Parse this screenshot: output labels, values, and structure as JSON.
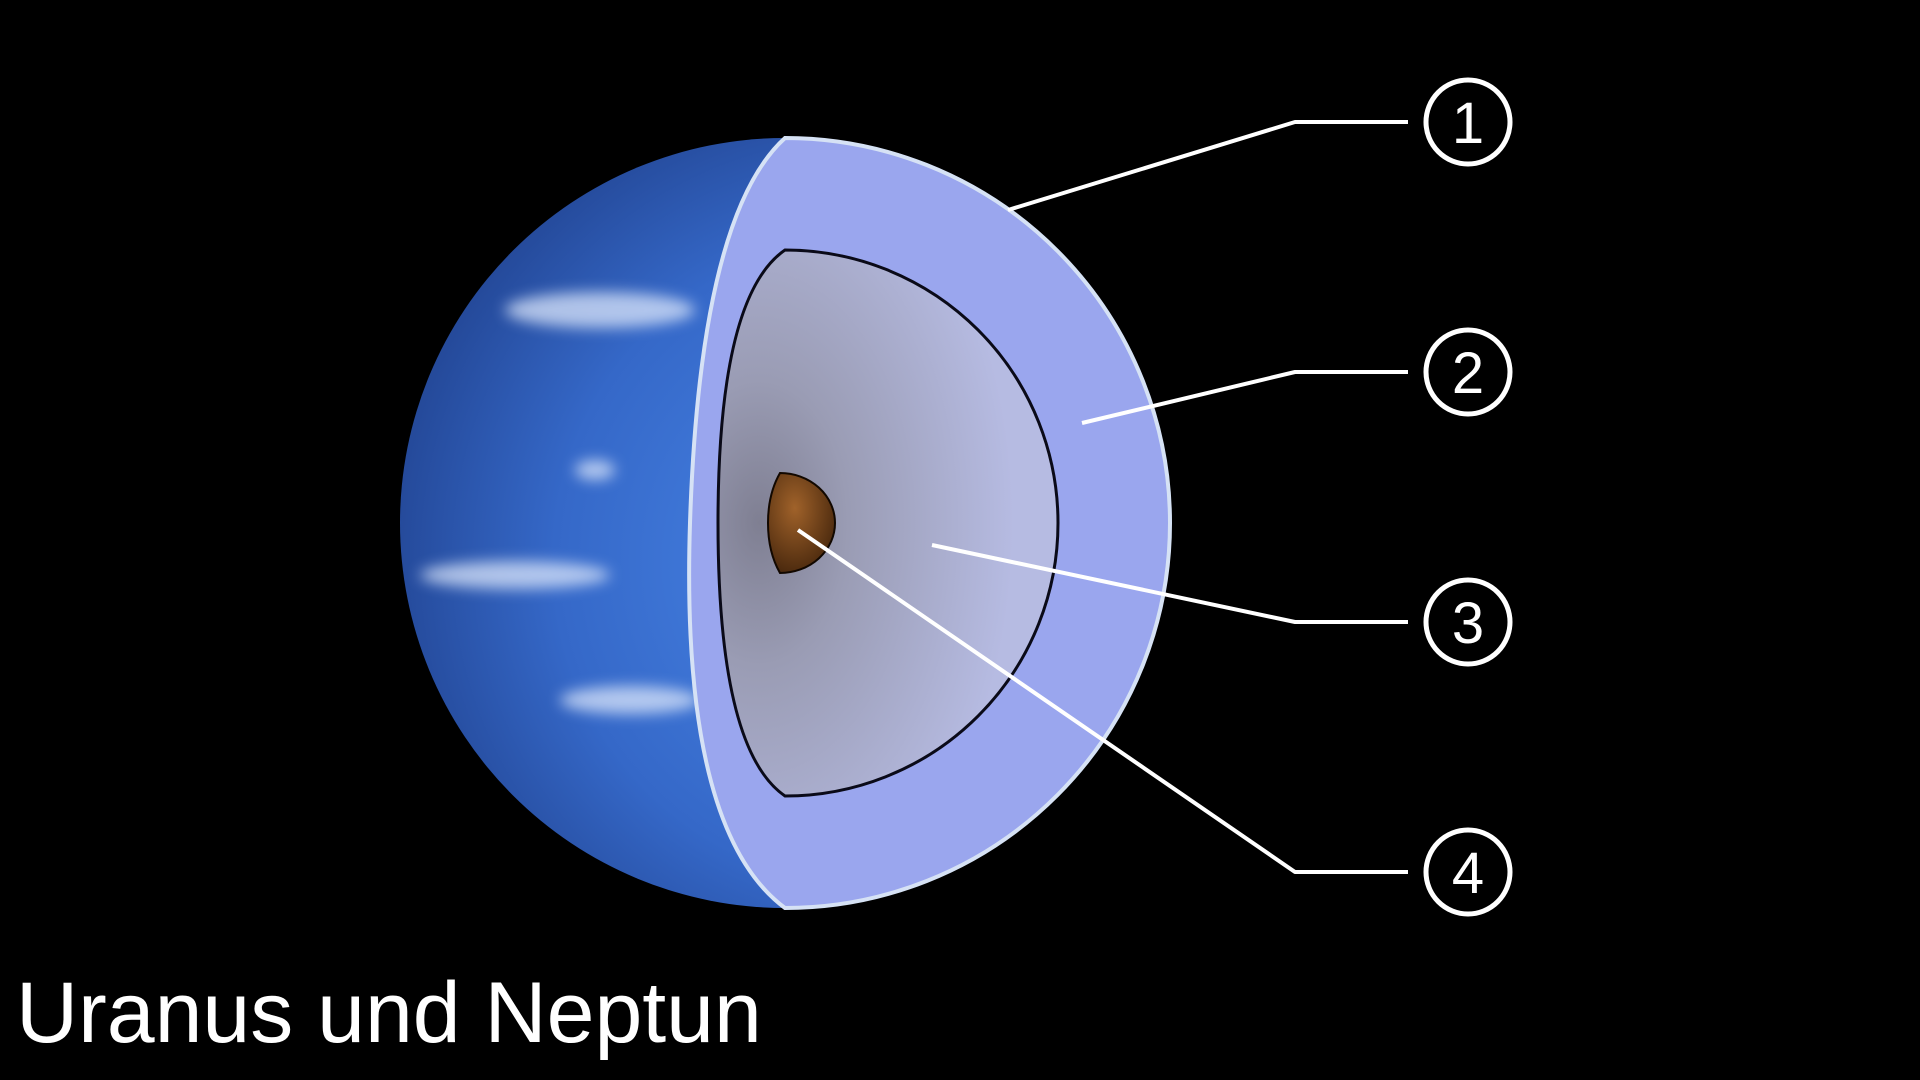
{
  "caption": "Uranus und Neptun",
  "callouts": [
    {
      "id": "1",
      "label": "1"
    },
    {
      "id": "2",
      "label": "2"
    },
    {
      "id": "3",
      "label": "3"
    },
    {
      "id": "4",
      "label": "4"
    }
  ],
  "colors": {
    "background": "#000000",
    "atmosphere_surface": "#3a72d4",
    "outer_layer": "#9aa6ee",
    "mantle": "#aab0d6",
    "core": "#4a2a10",
    "lines": "#ffffff"
  }
}
